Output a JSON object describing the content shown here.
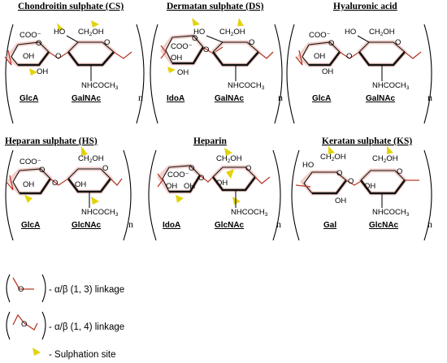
{
  "panels": [
    {
      "title": "Chondroitin sulphate (CS)",
      "ring1": "GlcA",
      "ring2": "GalNAc",
      "n": "n"
    },
    {
      "title": "Dermatan sulphate (DS)",
      "ring1": "IdoA",
      "ring2": "GalNAc",
      "n": "n"
    },
    {
      "title": "Hyaluronic acid",
      "ring1": "GlcA",
      "ring2": "GalNAc",
      "n": "n"
    },
    {
      "title": "Heparan sulphate (HS)",
      "ring1": "GlcA",
      "ring2": "GlcNAc",
      "n": "n"
    },
    {
      "title": "Heparin",
      "ring1": "IdoA",
      "ring2": "GlcNAc",
      "n": "n"
    },
    {
      "title": "Keratan sulphate (KS)",
      "ring1": "Gal",
      "ring2": "GlcNAc",
      "n": "n"
    }
  ],
  "chem": {
    "coo": "COO⁻",
    "oh": "OH",
    "ho": "HO",
    "ch2oh": "CH",
    "ch2oh_sub": "2",
    "ch2oh_tail": "OH",
    "nhcoch3": "NHCOCH",
    "nhcoch3_sub": "3",
    "o": "O"
  },
  "legend": {
    "link13": "- α/β (1, 3) linkage",
    "link14": "- α/β (1, 4) linkage",
    "sulf": "- Sulphation site"
  },
  "colors": {
    "linkage": "#b83a2a",
    "highlight": "#e9a9a0",
    "sulphation": "#e3d20a"
  },
  "sulphation_sites": {
    "cs": 3,
    "ds": 3,
    "ha": 0,
    "hs": 3,
    "heparin": 4,
    "ks": 2
  }
}
